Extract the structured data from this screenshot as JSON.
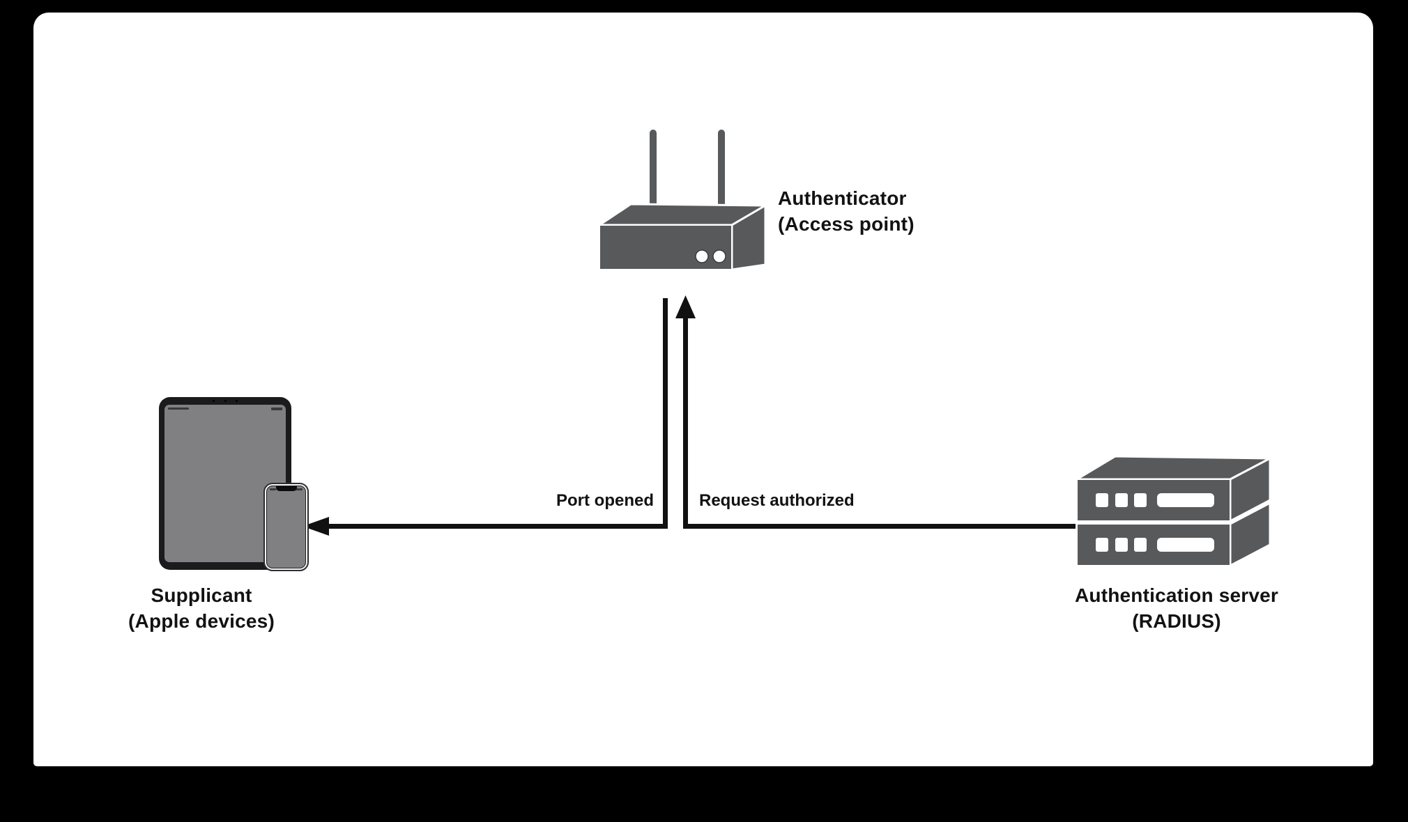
{
  "diagram": {
    "nodes": {
      "authenticator": {
        "name": "Authenticator",
        "sub": "(Access point)"
      },
      "supplicant": {
        "name": "Supplicant",
        "sub": "(Apple devices)"
      },
      "server": {
        "name": "Authentication server",
        "sub": "(RADIUS)"
      }
    },
    "edges": {
      "port_opened": {
        "label": "Port opened",
        "from": "authenticator",
        "to": "supplicant"
      },
      "request_authorized": {
        "label": "Request authorized",
        "from": "server",
        "to": "authenticator"
      }
    },
    "icons": {
      "authenticator": "access-point-icon",
      "supplicant": "ipad-and-iphone-icon",
      "server": "rack-server-icon"
    },
    "colors": {
      "background": "#000000",
      "slide_canvas": "#ffffff",
      "icon_gray": "#58595B",
      "device_screen_gray": "#808082",
      "line_black": "#111111",
      "text_black": "#121212"
    }
  }
}
